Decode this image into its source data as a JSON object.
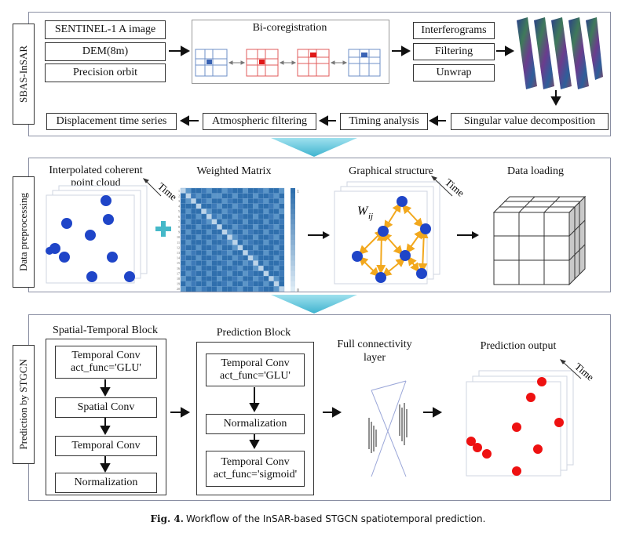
{
  "section1": {
    "side_label": "SBAS-InSAR",
    "inputs": [
      "SENTINEL-1 A image",
      "DEM(8m)",
      "Precision orbit"
    ],
    "bicoreg_title": "Bi-coregistration",
    "processing": [
      "Interferograms",
      "Filtering",
      "Unwrap"
    ],
    "chain": [
      "Displacement time series",
      "Atmospheric filtering",
      "Timing analysis",
      "Singular value decomposition"
    ]
  },
  "section2": {
    "side_label": "Data preprocessing",
    "pointcloud_title_line1": "Interpolated coherent",
    "pointcloud_title_line2": "point cloud",
    "time_label": "Time",
    "weighted_title": "Weighted Matrix",
    "graph_title": "Graphical structure",
    "graph_weight_label": "W",
    "graph_weight_sub": "ij",
    "data_loading_title": "Data loading",
    "matrix_colorbar_top": "1",
    "matrix_colorbar_bottom": "0",
    "matrix_axis_ticks": [
      "1",
      "2",
      "3",
      "4",
      "5",
      "6",
      "7",
      "8",
      "9",
      "10",
      "11",
      "12",
      "13",
      "14",
      "15",
      "16",
      "17",
      "18",
      "19",
      "20"
    ]
  },
  "section3": {
    "side_label": "Prediction by STGCN",
    "st_block_title": "Spatial-Temporal Block",
    "st_items": [
      "Temporal Conv\nact_func='GLU'",
      "Spatial Conv",
      "Temporal Conv",
      "Normalization"
    ],
    "pred_block_title": "Prediction Block",
    "pred_items": [
      "Temporal Conv\nact_func='GLU'",
      "Normalization",
      "Temporal Conv\nact_func='sigmoid'"
    ],
    "fc_title_line1": "Full connectivity",
    "fc_title_line2": "layer",
    "output_title": "Prediction output",
    "time_label": "Time"
  },
  "caption": {
    "fig_label": "Fig. 4.",
    "text": "Workflow of the InSAR-based STGCN spatiotemporal prediction."
  },
  "colors": {
    "panel_border": "#8a8fa3",
    "blue_point": "#1f45c8",
    "red_point": "#ee1111",
    "graph_edge": "#f2a81d",
    "matrix_dark": "#2f6fad",
    "matrix_light": "#bcd4e9",
    "teal_arrow": "#5bc3da"
  }
}
